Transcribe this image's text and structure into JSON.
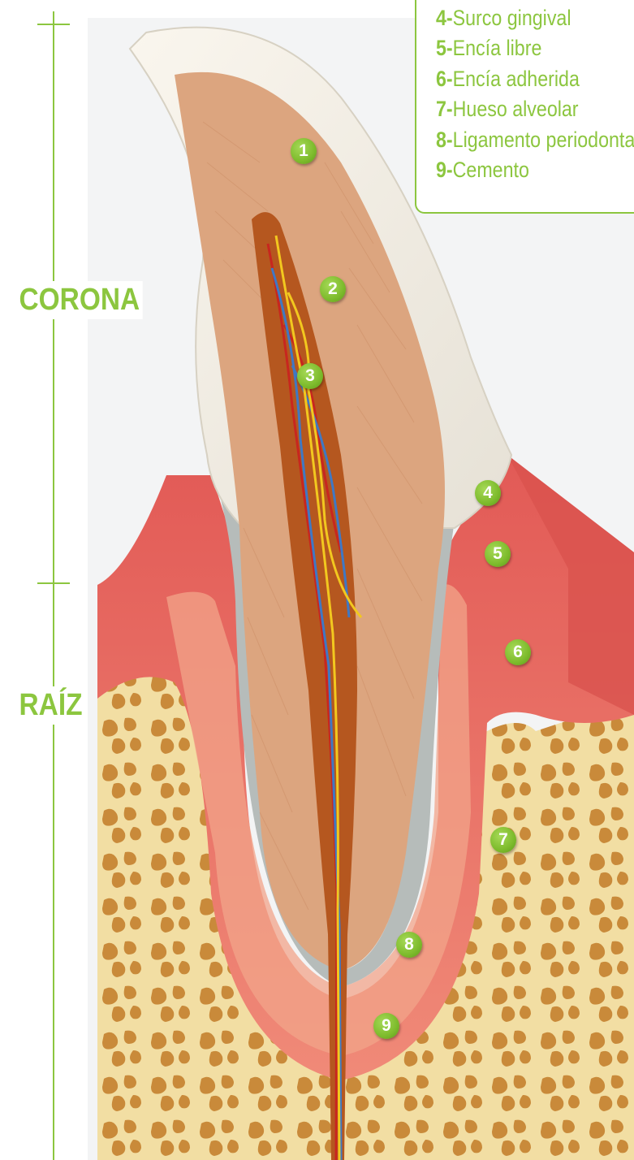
{
  "sections": {
    "corona": "CORONA",
    "raiz": "RAÍZ"
  },
  "legend": [
    {
      "number": "4-",
      "text": "Surco gingival"
    },
    {
      "number": "5-",
      "text": "Encía libre"
    },
    {
      "number": "6-",
      "text": "Encía adherida"
    },
    {
      "number": "7-",
      "text": "Hueso alveolar"
    },
    {
      "number": "8-",
      "text": "Ligamento periodontal"
    },
    {
      "number": "9-",
      "text": "Cemento"
    }
  ],
  "markers": [
    "1",
    "2",
    "3",
    "4",
    "5",
    "6",
    "7",
    "8",
    "9"
  ],
  "colors": {
    "accent": "#8cc63f",
    "enamel": "#f3efe6",
    "dentin": "#d9a47c",
    "pulp": "#b5571f",
    "gum": "#e0605b",
    "bone": "#f0dba0",
    "nerve": "#f2c81f",
    "artery": "#c8261f",
    "vein": "#3f78c4"
  }
}
